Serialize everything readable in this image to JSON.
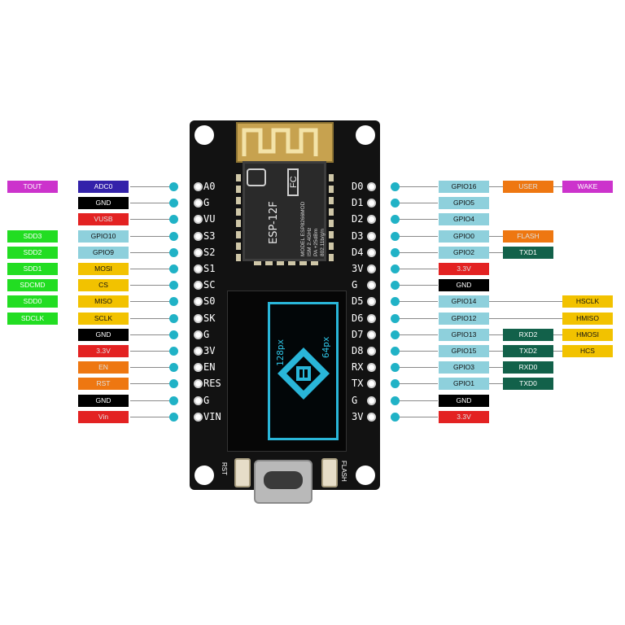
{
  "module": {
    "name": "ESP-12F",
    "model_lines": [
      "MODEL ESP8266MOD",
      "ISM 2.4GHz",
      "PA +25dBm",
      "802.11b/g/n"
    ],
    "fcc_mark": "FC"
  },
  "oled": {
    "width_label": "128px",
    "height_label": "64px"
  },
  "buttons": {
    "rst": "RST",
    "flash": "FLASH"
  },
  "colors": {
    "purple": "#cc33cc",
    "indigo": "#3322aa",
    "black": "#000000",
    "red": "#e32222",
    "green": "#22dd22",
    "lightblue": "#8ed0dc",
    "yellow": "#f2c200",
    "orange": "#ee7711",
    "darkgreen": "#12614a",
    "teal_dot": "#20b2c6",
    "board": "#121212",
    "oled": "#29b6d9"
  },
  "left_pins": [
    {
      "pin": "A0",
      "labels": [
        {
          "text": "TOUT",
          "color": "purple"
        },
        {
          "text": "ADC0",
          "color": "indigo"
        }
      ]
    },
    {
      "pin": "G",
      "labels": [
        {
          "text": "GND",
          "color": "black"
        }
      ]
    },
    {
      "pin": "VU",
      "labels": [
        {
          "text": "VUSB",
          "color": "red"
        }
      ]
    },
    {
      "pin": "S3",
      "labels": [
        {
          "text": "SDD3",
          "color": "green"
        },
        {
          "text": "GPIO10",
          "color": "lightblue"
        }
      ]
    },
    {
      "pin": "S2",
      "labels": [
        {
          "text": "SDD2",
          "color": "green"
        },
        {
          "text": "GPIO9",
          "color": "lightblue"
        }
      ]
    },
    {
      "pin": "S1",
      "labels": [
        {
          "text": "SDD1",
          "color": "green"
        },
        {
          "text": "MOSI",
          "color": "yellow"
        }
      ]
    },
    {
      "pin": "SC",
      "labels": [
        {
          "text": "SDCMD",
          "color": "green"
        },
        {
          "text": "CS",
          "color": "yellow"
        }
      ]
    },
    {
      "pin": "S0",
      "labels": [
        {
          "text": "SDD0",
          "color": "green"
        },
        {
          "text": "MISO",
          "color": "yellow"
        }
      ]
    },
    {
      "pin": "SK",
      "labels": [
        {
          "text": "SDCLK",
          "color": "green"
        },
        {
          "text": "SCLK",
          "color": "yellow"
        }
      ]
    },
    {
      "pin": "G",
      "labels": [
        {
          "text": "GND",
          "color": "black"
        }
      ]
    },
    {
      "pin": "3V",
      "labels": [
        {
          "text": "3.3V",
          "color": "red"
        }
      ]
    },
    {
      "pin": "EN",
      "labels": [
        {
          "text": "EN",
          "color": "orange"
        }
      ]
    },
    {
      "pin": "RES",
      "labels": [
        {
          "text": "RST",
          "color": "orange"
        }
      ]
    },
    {
      "pin": "G",
      "labels": [
        {
          "text": "GND",
          "color": "black"
        }
      ]
    },
    {
      "pin": "VIN",
      "labels": [
        {
          "text": "Vin",
          "color": "red"
        }
      ]
    }
  ],
  "right_pins": [
    {
      "pin": "D0",
      "labels": [
        {
          "text": "GPIO16",
          "color": "lightblue"
        },
        {
          "text": "USER",
          "color": "orange"
        },
        {
          "text": "WAKE",
          "color": "purple"
        }
      ]
    },
    {
      "pin": "D1",
      "labels": [
        {
          "text": "GPIO5",
          "color": "lightblue"
        }
      ]
    },
    {
      "pin": "D2",
      "labels": [
        {
          "text": "GPIO4",
          "color": "lightblue"
        }
      ]
    },
    {
      "pin": "D3",
      "labels": [
        {
          "text": "GPIO0",
          "color": "lightblue"
        },
        {
          "text": "FLASH",
          "color": "orange"
        }
      ]
    },
    {
      "pin": "D4",
      "labels": [
        {
          "text": "GPIO2",
          "color": "lightblue"
        },
        {
          "text": "TXD1",
          "color": "darkgreen"
        }
      ]
    },
    {
      "pin": "3V",
      "labels": [
        {
          "text": "3.3V",
          "color": "red"
        }
      ]
    },
    {
      "pin": "G",
      "labels": [
        {
          "text": "GND",
          "color": "black"
        }
      ]
    },
    {
      "pin": "D5",
      "labels": [
        {
          "text": "GPIO14",
          "color": "lightblue"
        },
        {
          "text": "HSCLK",
          "color": "yellow"
        }
      ]
    },
    {
      "pin": "D6",
      "labels": [
        {
          "text": "GPIO12",
          "color": "lightblue"
        },
        {
          "text": "HMISO",
          "color": "yellow"
        }
      ]
    },
    {
      "pin": "D7",
      "labels": [
        {
          "text": "GPIO13",
          "color": "lightblue"
        },
        {
          "text": "RXD2",
          "color": "darkgreen"
        },
        {
          "text": "HMOSI",
          "color": "yellow"
        }
      ]
    },
    {
      "pin": "D8",
      "labels": [
        {
          "text": "GPIO15",
          "color": "lightblue"
        },
        {
          "text": "TXD2",
          "color": "darkgreen"
        },
        {
          "text": "HCS",
          "color": "yellow"
        }
      ]
    },
    {
      "pin": "RX",
      "labels": [
        {
          "text": "GPIO3",
          "color": "lightblue"
        },
        {
          "text": "RXD0",
          "color": "darkgreen"
        }
      ]
    },
    {
      "pin": "TX",
      "labels": [
        {
          "text": "GPIO1",
          "color": "lightblue"
        },
        {
          "text": "TXD0",
          "color": "darkgreen"
        }
      ]
    },
    {
      "pin": "G",
      "labels": [
        {
          "text": "GND",
          "color": "black"
        }
      ]
    },
    {
      "pin": "3V",
      "labels": [
        {
          "text": "3.3V",
          "color": "red"
        }
      ]
    }
  ]
}
